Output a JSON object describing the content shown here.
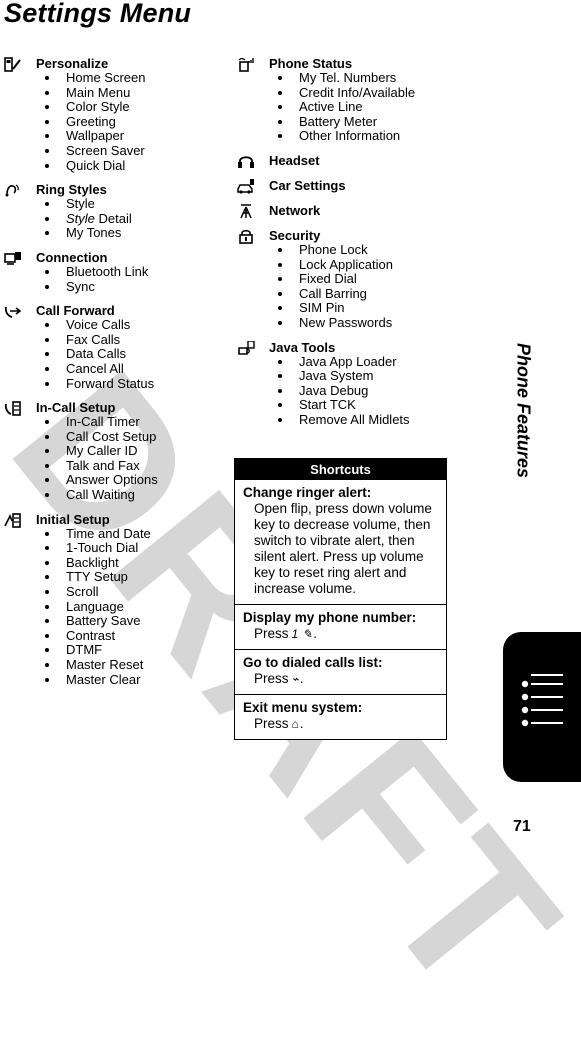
{
  "page": {
    "title": "Settings Menu",
    "watermark": "DRAFT",
    "side_title": "Phone Features",
    "page_number": "71"
  },
  "left_column": [
    {
      "icon": "personalize-icon",
      "title": "Personalize",
      "items": [
        "Home Screen",
        "Main Menu",
        "Color Style",
        "Greeting",
        "Wallpaper",
        "Screen Saver",
        "Quick Dial"
      ]
    },
    {
      "icon": "ring-styles-icon",
      "title": "Ring Styles",
      "items": [
        "Style",
        "Style Detail",
        "My Tones"
      ]
    },
    {
      "icon": "connection-icon",
      "title": "Connection",
      "items": [
        "Bluetooth Link",
        "Sync"
      ]
    },
    {
      "icon": "call-forward-icon",
      "title": "Call Forward",
      "items": [
        "Voice Calls",
        "Fax Calls",
        "Data Calls",
        "Cancel All",
        "Forward Status"
      ]
    },
    {
      "icon": "in-call-setup-icon",
      "title": "In-Call Setup",
      "items": [
        "In-Call Timer",
        "Call Cost Setup",
        "My Caller ID",
        "Talk and Fax",
        "Answer Options",
        "Call Waiting"
      ]
    },
    {
      "icon": "initial-setup-icon",
      "title": "Initial Setup",
      "items": [
        "Time and Date",
        "1-Touch Dial",
        "Backlight",
        "TTY Setup",
        "Scroll",
        "Language",
        "Battery Save",
        "Contrast",
        "DTMF",
        "Master Reset",
        "Master Clear"
      ]
    }
  ],
  "mid_column": [
    {
      "icon": "phone-status-icon",
      "title": "Phone Status",
      "items": [
        "My Tel. Numbers",
        "Credit Info/Available",
        "Active Line",
        "Battery Meter",
        "Other Information"
      ]
    },
    {
      "icon": "headset-icon",
      "title": "Headset",
      "items": []
    },
    {
      "icon": "car-settings-icon",
      "title": "Car Settings",
      "items": []
    },
    {
      "icon": "network-icon",
      "title": "Network",
      "items": []
    },
    {
      "icon": "security-icon",
      "title": "Security",
      "items": [
        "Phone Lock",
        "Lock Application",
        "Fixed Dial",
        "Call Barring",
        "SIM Pin",
        "New Passwords"
      ]
    },
    {
      "icon": "java-tools-icon",
      "title": "Java Tools",
      "items": [
        "Java App Loader",
        "Java System",
        "Java Debug",
        "Start TCK",
        "Remove All Midlets"
      ]
    }
  ],
  "shortcuts": {
    "header": "Shortcuts",
    "blocks": [
      {
        "title": "Change ringer alert:",
        "text": "Open flip, press down volume key to decrease volume, then switch to vibrate alert, then silent alert. Press up volume key to reset ring alert and increase volume.",
        "keys": [],
        "suffix": ""
      },
      {
        "title": "Display my phone number:",
        "text": "Press",
        "keys": [
          "1",
          "✎"
        ],
        "suffix": "."
      },
      {
        "title": "Go to dialed calls list:",
        "text": "Press",
        "keys": [
          "⌁"
        ],
        "suffix": "."
      },
      {
        "title": "Exit menu system:",
        "text": "Press",
        "keys": [
          "⌂"
        ],
        "suffix": "."
      }
    ]
  }
}
